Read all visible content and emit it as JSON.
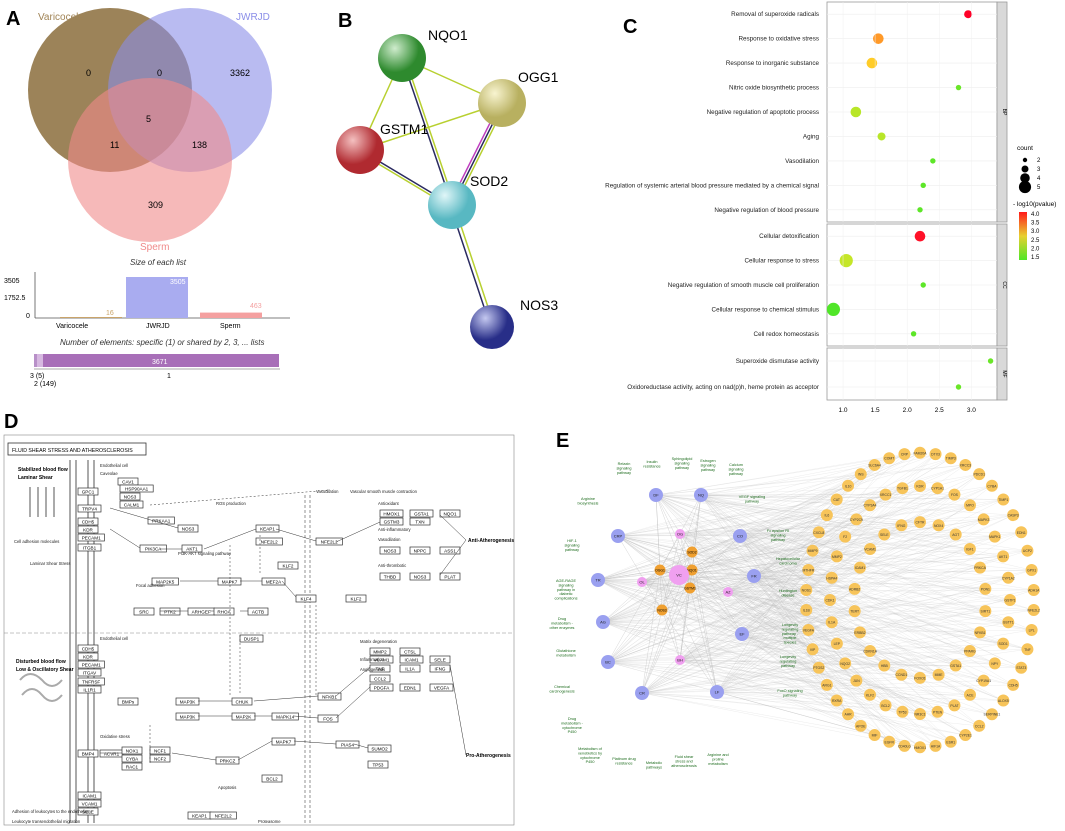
{
  "panels": {
    "A": {
      "label": "A",
      "venn": {
        "sets": [
          "Varicocele",
          "JWRJD",
          "Sperm"
        ],
        "colors": [
          "#8b6d3c",
          "#8a8ee8",
          "#f08a8a"
        ],
        "regions": {
          "varicocele_only": "0",
          "varicocele_jwrjd": "0",
          "jwrjd_only": "3362",
          "all_three": "5",
          "varicocele_sperm": "11",
          "jwrjd_sperm": "138",
          "sperm_only": "309"
        }
      },
      "size_chart": {
        "title": "Size of each list",
        "yticks": [
          "3505",
          "1752.5",
          "0"
        ],
        "categories": [
          "Varicocele",
          "JWRJD",
          "Sperm"
        ],
        "values": [
          16,
          3505,
          463
        ],
        "value_labels": [
          "16",
          "3505",
          "463"
        ],
        "colors": [
          "#c9a46a",
          "#a9acf0",
          "#f4a0a0"
        ]
      },
      "elements_chart": {
        "title": "Number of elements: specific (1) or shared by 2, 3, ... lists",
        "bar_label": "3671",
        "tick_left1": "3 (5)",
        "tick_left2": "2 (149)",
        "tick_right": "1",
        "values": [
          5,
          149,
          3671
        ]
      }
    },
    "B": {
      "label": "B",
      "nodes": [
        "NQO1",
        "OGG1",
        "GSTM1",
        "SOD2",
        "NOS3"
      ],
      "node_colors": {
        "NQO1": "#3a9a3a",
        "OGG1": "#d8d080",
        "GSTM1": "#c0343a",
        "SOD2": "#7cd0d8",
        "NOS3": "#3a40a0"
      }
    },
    "C": {
      "label": "C",
      "chart_data": {
        "type": "scatter",
        "xticks": [
          "1.0",
          "1.5",
          "2.0",
          "2.5",
          "3.0"
        ],
        "xlim": [
          0.75,
          3.4
        ],
        "groups": [
          {
            "name": "BP",
            "terms": [
              {
                "term": "Removal of superoxide radicals",
                "x": 2.95,
                "count": 3,
                "p": 4.1
              },
              {
                "term": "Response to oxidative stress",
                "x": 1.55,
                "count": 4,
                "p": 3.2
              },
              {
                "term": "Response to inorganic substance",
                "x": 1.45,
                "count": 4,
                "p": 2.9
              },
              {
                "term": "Nitric oxide biosynthetic process",
                "x": 2.8,
                "count": 2,
                "p": 1.6
              },
              {
                "term": "Negative regulation of apoptotic process",
                "x": 1.2,
                "count": 4,
                "p": 2.2
              },
              {
                "term": "Aging",
                "x": 1.6,
                "count": 3,
                "p": 2.2
              },
              {
                "term": "Vasodilation",
                "x": 2.4,
                "count": 2,
                "p": 1.5
              },
              {
                "term": "Regulation of systemic arterial blood pressure mediated by a chemical signal",
                "x": 2.25,
                "count": 2,
                "p": 1.5
              },
              {
                "term": "Negative regulation of blood pressure",
                "x": 2.2,
                "count": 2,
                "p": 1.5
              }
            ]
          },
          {
            "name": "CC",
            "terms": [
              {
                "term": "Cellular detoxification",
                "x": 2.2,
                "count": 4,
                "p": 4.0
              },
              {
                "term": "Cellular response to stress",
                "x": 1.05,
                "count": 5,
                "p": 2.3
              },
              {
                "term": "Negative regulation of smooth muscle cell proliferation",
                "x": 2.25,
                "count": 2,
                "p": 1.5
              },
              {
                "term": "Cellular response to chemical stimulus",
                "x": 0.85,
                "count": 5,
                "p": 1.4
              },
              {
                "term": "Cell redox homeostasis",
                "x": 2.1,
                "count": 2,
                "p": 1.5
              }
            ]
          },
          {
            "name": "MF",
            "terms": [
              {
                "term": "Superoxide dismutase activity",
                "x": 3.3,
                "count": 2,
                "p": 1.6
              },
              {
                "term": "Oxidoreductase activity, acting on nad(p)h, heme protein as acceptor",
                "x": 2.8,
                "count": 2,
                "p": 1.6
              }
            ]
          }
        ],
        "size_legend_title": "count",
        "size_legend": [
          "2",
          "3",
          "4",
          "5"
        ],
        "color_legend_title": "- log10(pvalue)",
        "color_legend_ticks": [
          "4.0",
          "3.5",
          "3.0",
          "2.5",
          "2.0",
          "1.5"
        ]
      }
    },
    "D": {
      "label": "D",
      "title": "FLUID SHEAR STRESS AND ATHEROSCLEROSIS",
      "top_flow": [
        "Stabilized blood flow",
        "Laminar Shear"
      ],
      "bottom_flow": [
        "Disturbed blood flow",
        "Low & Oscillatory Shear"
      ],
      "outcomes": [
        "Anti-Atherogenesis",
        "Pro-Atherogenesis"
      ],
      "boxes_top": [
        "GPC1",
        "TRPV4",
        "CDH5",
        "KDR",
        "PECAM1",
        "ITGB1",
        "CAV1",
        "HSP90AA1",
        "NOS3",
        "CALM1",
        "PRKAA1",
        "NOS3",
        "PIK3CA",
        "AKT1",
        "KEAP1",
        "NFE2L2",
        "MAP2K5",
        "MAPK7",
        "MEF2A",
        "KLF2",
        "KLF4",
        "SRC",
        "PTK2",
        "ARHGEF",
        "RHOA",
        "ACTB",
        "NFE2L2",
        "DUSP1",
        "HMOX1",
        "GSTA1",
        "NQO1",
        "GSTM3",
        "TXN",
        "NOS3",
        "NPPC",
        "ASS1",
        "THBD",
        "NOS3",
        "PLAT",
        "KLF2"
      ],
      "boxes_bottom": [
        "CDH5",
        "KDR",
        "PECAM1",
        "ITGAV",
        "MAP3K",
        "CHUK",
        "NFKB1",
        "MMP2",
        "CTSL",
        "VCAM1",
        "ICAM1",
        "SELE",
        "TNF",
        "IL1A",
        "IFNG",
        "CCL2",
        "PDGFA",
        "EDN1",
        "VEGFA",
        "TNFRSF",
        "IL1R1",
        "MAP3K",
        "MAP2K",
        "MAPK14",
        "FOS",
        "BMPs",
        "BMP4",
        "ACVR1",
        "NOX1",
        "NCF1",
        "CYBA",
        "NCF2",
        "RAC1",
        "PRKCZ",
        "MAPK7",
        "PIAS4",
        "SUMO2",
        "TP53",
        "BCL2",
        "ICAM1",
        "VCAM1",
        "SELE",
        "KEAP1",
        "NFE2L2"
      ],
      "labels": [
        "Endothelial cell",
        "Caveolae",
        "Cell adhesion molecules",
        "Laminar Shear Stress",
        "PI3K-AKT signaling pathway",
        "Focal adhesion",
        "ROS production",
        "Vasodilation",
        "Vascular smooth muscle contraction",
        "Antioxidant",
        "Anti-inflammatory",
        "Vasodilation",
        "Anti-thrombotic",
        "Endothelial cell",
        "Matrix degeneration",
        "Inflammation",
        "Angiogenesis",
        "Proteasome",
        "Apoptosis",
        "Oxidative stress",
        "Adhesion of leukocytes to the endothelium",
        "Leukocyte transendothelial migration"
      ]
    },
    "E": {
      "label": "E",
      "disease_nodes": [
        {
          "id": "DF",
          "label": "DF"
        },
        {
          "id": "NQ",
          "label": "NQ"
        },
        {
          "id": "CRP",
          "label": "CRP"
        },
        {
          "id": "OG",
          "label": "OG"
        },
        {
          "id": "CO",
          "label": "CO"
        },
        {
          "id": "TR",
          "label": "TR"
        },
        {
          "id": "VC",
          "label": "VC"
        },
        {
          "id": "OL",
          "label": "OL"
        },
        {
          "id": "FR",
          "label": "FR"
        },
        {
          "id": "AZ",
          "label": "AZ"
        },
        {
          "id": "AG",
          "label": "AG"
        },
        {
          "id": "EF",
          "label": "EF"
        },
        {
          "id": "BC",
          "label": "BC"
        },
        {
          "id": "BH",
          "label": "BH"
        },
        {
          "id": "CR",
          "label": "CR"
        },
        {
          "id": "LF",
          "label": "LF"
        }
      ],
      "pathways": [
        "Relaxin signaling pathway",
        "Insulin resistance",
        "Sphingolipid signaling pathway",
        "Estrogen signaling pathway",
        "Calcium signaling pathway",
        "Arginine biosynthesis",
        "VEGF signaling pathway",
        "HIF-1 signaling pathway",
        "Fc epsilon RI signaling pathway",
        "AGE-RAGE signaling pathway in diabetic complications",
        "Hepatocellular carcinoma",
        "Drug metabolism - other enzymes",
        "Huntington disease",
        "Glutathione metabolism",
        "Longevity regulating pathway - multiple species",
        "Chemical carcinogenesis",
        "Longevity regulating pathway",
        "Drug metabolism - cytochrome P450",
        "FoxO signaling pathway",
        "Metabolism of xenobiotics by cytochrome P450",
        "Platinum drug resistance",
        "Metabolic pathways",
        "Fluid shear stress and atherosclerosis",
        "Arginine and proline metabolism"
      ],
      "compounds": [
        "GSTM1",
        "NQO1",
        "OGG1",
        "SOD2",
        "NOS3"
      ],
      "targets": [
        "FAM20A",
        "DTX3",
        "TIMP3",
        "XRCC3",
        "PDCD1",
        "CYBA",
        "TIMP1",
        "CASP3",
        "EDN1",
        "UCP2",
        "GPX1",
        "ADH1A",
        "NFE2L2",
        "LPL",
        "TNF",
        "STAT3",
        "CDH5",
        "ALOX5",
        "SERPINE1",
        "CCL2",
        "CYP2E1",
        "ESR1",
        "HIF1A",
        "HMOX1",
        "CD40LG",
        "EGFR",
        "MIF",
        "APOE",
        "AHR",
        "RXRA",
        "ARG1",
        "PTGS2",
        "VIP",
        "VEGFA",
        "IL1B",
        "NOS1",
        "MTHFR",
        "MMP9",
        "CXCL8",
        "IL6",
        "CAT",
        "IL10",
        "INS",
        "SLC6A4",
        "COMT",
        "CRP",
        "KDR",
        "CYP1A1",
        "FOS",
        "MPO",
        "MAPK3",
        "MAPK1",
        "AKT1",
        "CYP1A2",
        "GSTP1",
        "GSTT1",
        "SOD1",
        "NPY",
        "CYP19A1",
        "ACE",
        "PLAT",
        "PTEN",
        "NR3C1",
        "TP53",
        "BCL2",
        "KLF2",
        "JUN",
        "NQO2",
        "LEP",
        "IL1A",
        "CDK1",
        "HSPA4",
        "MMP2",
        "F2",
        "CYP2C9",
        "CYP3A4",
        "XRCC1",
        "TGFB1",
        "CFTR",
        "NOX4",
        "AGT",
        "IGF1",
        "PRKCA",
        "PON1",
        "SIRT1",
        "NFKB1",
        "PPARG",
        "GSTA1",
        "MME",
        "FOXO1",
        "CCND1",
        "HBB",
        "CDKN1A",
        "ERBB2",
        "TERT",
        "ADRB2",
        "ICAM1",
        "VCAM1",
        "SELE",
        "IFNG"
      ]
    }
  }
}
